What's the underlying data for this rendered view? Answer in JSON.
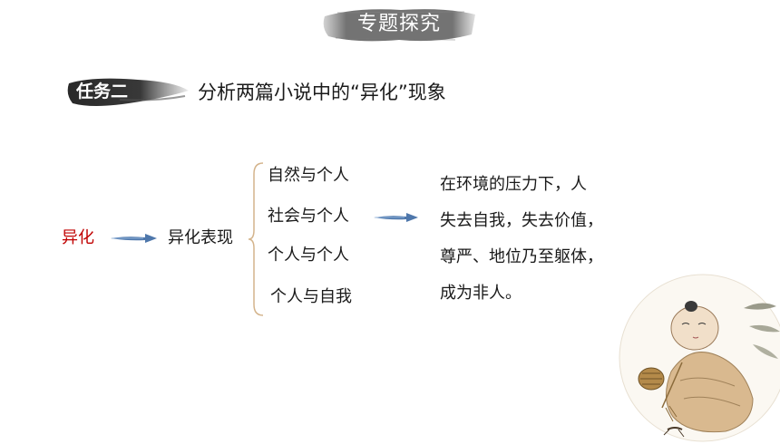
{
  "header": {
    "title": "专题探究"
  },
  "task": {
    "label": "任务二",
    "description": "分析两篇小说中的“异化”现象"
  },
  "diagram": {
    "term": "异化",
    "manifestation": "异化表现",
    "relations": [
      "自然与个人",
      "社会与个人",
      "个人与个人",
      "个人与自我"
    ],
    "result_lines": [
      "在环境的压力下，人",
      "失去自我，失去价值，",
      "尊严、地位乃至躯体，",
      "成为非人。"
    ]
  },
  "colors": {
    "ink": "#2b2b2b",
    "accent_red": "#c00000",
    "arrow_blue": "#2f5f9c"
  },
  "illustration": {
    "name": "ink-painting-child-with-cricket-cage"
  }
}
